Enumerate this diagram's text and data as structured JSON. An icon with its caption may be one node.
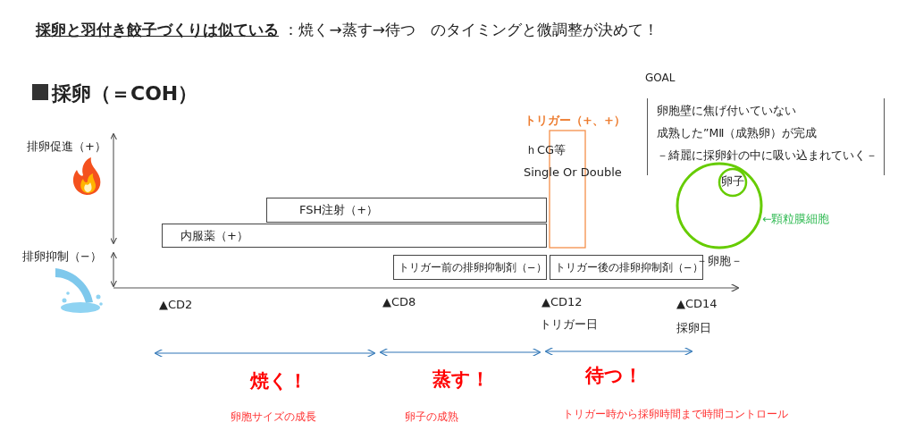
{
  "diagram": {
    "title": "**採卵と羽付き餃子づくりは似ている** ：焼く→蒸す→待つ　のタイミングと微調整が決めて！",
    "nodes": [
      {
        "text": [
          "内服薬（+）"
        ]
      },
      {
        "text": [
          "FSH注射（+）"
        ]
      },
      {
        "text": [
          "トリガー前の排卵抑制剤（−）"
        ]
      },
      {
        "text": [
          "トリガー後の排卵抑制剤（−）"
        ]
      },
      {
        "text": [
          "トリガー（+、+）"
        ]
      },
      {
        "text": [
          "GOAL",
          "卵胞壁に焦げ付いていない",
          "成熟した”MⅡ（成熟卵）が完成",
          "－綺麗に採卵針の中に吸い込まれていく－"
        ]
      },
      {
        "text": [
          "－卵胞－"
        ]
      },
      {
        "text": [
          "卵子"
        ],
        "in": 6
      }
    ],
    "labels": [
      "採卵（＝COH）",
      "排卵促進（+）",
      "ｈCG等",
      "Single Or Double",
      "←顆粒膜細胞",
      "排卵抑制（−）",
      "▲CD2",
      "▲CD8",
      "▲CD12",
      "▲CD14",
      "トリガー日",
      "採卵日",
      "焼く！",
      "蒸す！",
      "待つ！",
      "卵胞サイズの成長",
      "卵子の成熟",
      "トリガー時から採卵時間まで時間コントロール"
    ]
  }
}
